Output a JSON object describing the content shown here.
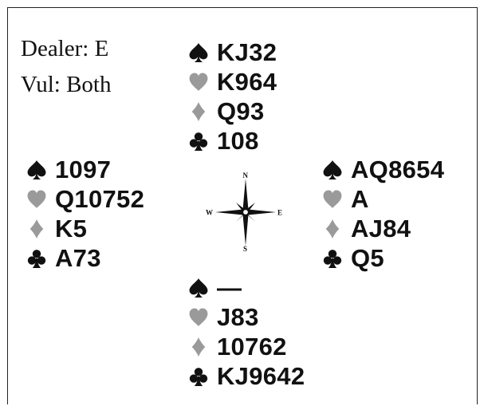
{
  "deal": {
    "dealer": "Dealer: E",
    "vul": "Vul: Both"
  },
  "icons": {
    "spade": "spade-icon",
    "heart": "heart-icon",
    "diamond": "diamond-icon",
    "club": "club-icon",
    "compass": "compass-rose-icon"
  },
  "colors": {
    "black_suits": "#111111",
    "red_suits_gray": "#9a9a9a"
  },
  "compass": {
    "n": "N",
    "s": "S",
    "e": "E",
    "w": "W"
  },
  "north": {
    "spades": "KJ32",
    "hearts": "K964",
    "diamonds": "Q93",
    "clubs": "108"
  },
  "west": {
    "spades": "1097",
    "hearts": "Q10752",
    "diamonds": "K5",
    "clubs": "A73"
  },
  "east": {
    "spades": "AQ8654",
    "hearts": "A",
    "diamonds": "AJ84",
    "clubs": "Q5"
  },
  "south": {
    "spades": "—",
    "hearts": "J83",
    "diamonds": "10762",
    "clubs": "KJ9642"
  }
}
